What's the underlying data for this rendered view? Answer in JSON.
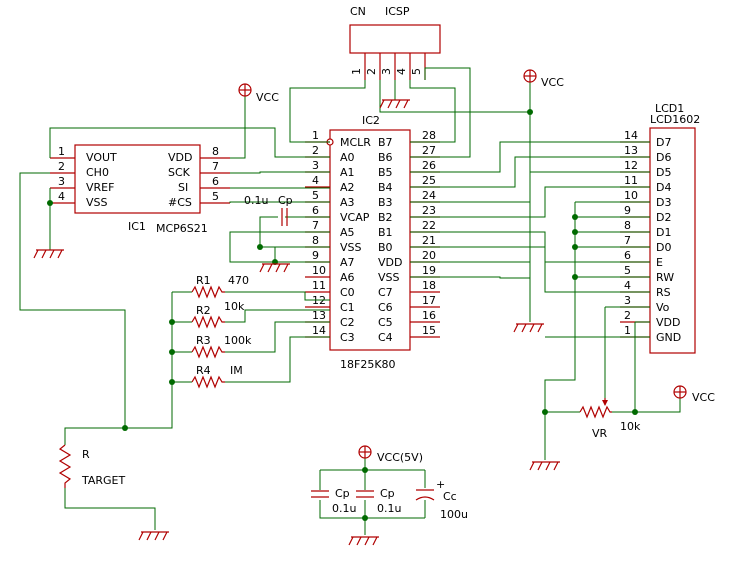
{
  "connector": {
    "ref": "CN",
    "name": "ICSP",
    "pins": [
      "1",
      "2",
      "3",
      "4",
      "5"
    ]
  },
  "ic1": {
    "ref": "IC1",
    "part": "MCP6S21",
    "left_pins": [
      {
        "num": "1",
        "name": "VOUT"
      },
      {
        "num": "2",
        "name": "CH0"
      },
      {
        "num": "3",
        "name": "VREF"
      },
      {
        "num": "4",
        "name": "VSS"
      }
    ],
    "right_pins": [
      {
        "num": "8",
        "name": "VDD"
      },
      {
        "num": "7",
        "name": "SCK"
      },
      {
        "num": "6",
        "name": "SI"
      },
      {
        "num": "5",
        "name": "#CS"
      }
    ]
  },
  "ic2": {
    "ref": "IC2",
    "part": "18F25K80",
    "left_pins": [
      {
        "num": "1",
        "name": "MCLR"
      },
      {
        "num": "2",
        "name": "A0"
      },
      {
        "num": "3",
        "name": "A1"
      },
      {
        "num": "4",
        "name": "A2"
      },
      {
        "num": "5",
        "name": "A3"
      },
      {
        "num": "6",
        "name": "VCAP"
      },
      {
        "num": "7",
        "name": "A5"
      },
      {
        "num": "8",
        "name": "VSS"
      },
      {
        "num": "9",
        "name": "A7"
      },
      {
        "num": "10",
        "name": "A6"
      },
      {
        "num": "11",
        "name": "C0"
      },
      {
        "num": "12",
        "name": "C1"
      },
      {
        "num": "13",
        "name": "C2"
      },
      {
        "num": "14",
        "name": "C3"
      }
    ],
    "right_pins": [
      {
        "num": "28",
        "name": "B7"
      },
      {
        "num": "27",
        "name": "B6"
      },
      {
        "num": "26",
        "name": "B5"
      },
      {
        "num": "25",
        "name": "B4"
      },
      {
        "num": "24",
        "name": "B3"
      },
      {
        "num": "23",
        "name": "B2"
      },
      {
        "num": "22",
        "name": "B1"
      },
      {
        "num": "21",
        "name": "B0"
      },
      {
        "num": "20",
        "name": "VDD"
      },
      {
        "num": "19",
        "name": "VSS"
      },
      {
        "num": "18",
        "name": "C7"
      },
      {
        "num": "17",
        "name": "C6"
      },
      {
        "num": "16",
        "name": "C5"
      },
      {
        "num": "15",
        "name": "C4"
      }
    ]
  },
  "lcd": {
    "ref": "LCD1",
    "part": "LCD1602",
    "pins": [
      {
        "num": "14",
        "name": "D7"
      },
      {
        "num": "13",
        "name": "D6"
      },
      {
        "num": "12",
        "name": "D5"
      },
      {
        "num": "11",
        "name": "D4"
      },
      {
        "num": "10",
        "name": "D3"
      },
      {
        "num": "9",
        "name": "D2"
      },
      {
        "num": "8",
        "name": "D1"
      },
      {
        "num": "7",
        "name": "D0"
      },
      {
        "num": "6",
        "name": "E"
      },
      {
        "num": "5",
        "name": "RW"
      },
      {
        "num": "4",
        "name": "RS"
      },
      {
        "num": "3",
        "name": "Vo"
      },
      {
        "num": "2",
        "name": "VDD"
      },
      {
        "num": "1",
        "name": "GND"
      }
    ]
  },
  "resistors": [
    {
      "ref": "R1",
      "value": "470"
    },
    {
      "ref": "R2",
      "value": "10k"
    },
    {
      "ref": "R3",
      "value": "100k"
    },
    {
      "ref": "R4",
      "value": "IM"
    }
  ],
  "target": {
    "ref": "R",
    "label": "TARGET"
  },
  "vcap": {
    "ref": "Cp",
    "value": "0.1u"
  },
  "vr": {
    "ref": "VR",
    "value": "10k"
  },
  "power": {
    "vcc": "VCC",
    "vcc5": "VCC(5V)",
    "caps": [
      {
        "ref": "Cp",
        "value": "0.1u"
      },
      {
        "ref": "Cp",
        "value": "0.1u"
      },
      {
        "ref": "Cc",
        "value": "100u"
      }
    ],
    "plus": "+"
  }
}
